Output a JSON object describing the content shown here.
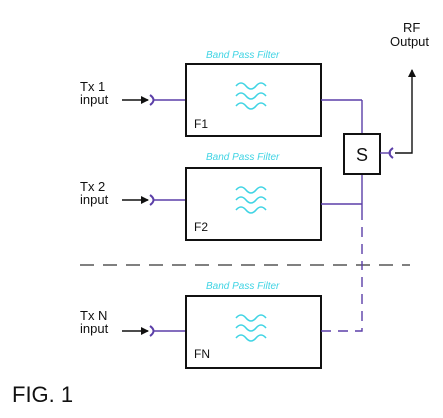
{
  "figure_label": "FIG. 1",
  "rf_output": {
    "line1": "RF",
    "line2": "Output"
  },
  "switch_label": "S",
  "filters": [
    {
      "heading": "Band Pass Filter",
      "id": "F1",
      "input_line1": "Tx  1",
      "input_line2": "input"
    },
    {
      "heading": "Band Pass Filter",
      "id": "F2",
      "input_line1": "Tx  2",
      "input_line2": "input"
    },
    {
      "heading": "Band Pass Filter",
      "id": "FN",
      "input_line1": "Tx  N",
      "input_line2": "input"
    }
  ],
  "colors": {
    "box_stroke": "#111111",
    "signal_line": "#5b3fa8",
    "filter_symbol": "#40d4e4",
    "divider": "#808080"
  }
}
